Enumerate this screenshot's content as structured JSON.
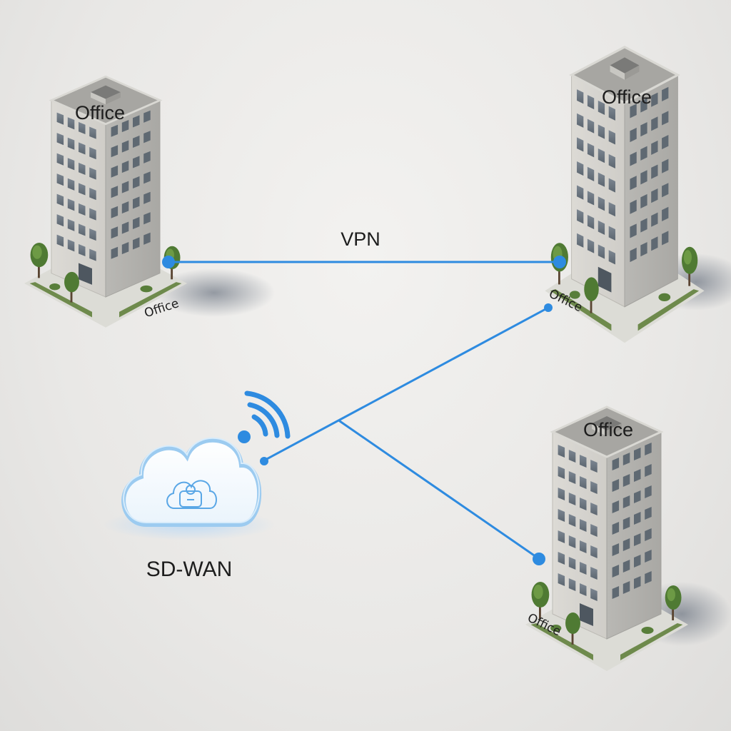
{
  "diagram": {
    "accent_color": "#2e8be0",
    "offices": [
      {
        "title": "Office",
        "ground_label": "Office"
      },
      {
        "title": "Office",
        "ground_label": "Office"
      },
      {
        "title": "Office",
        "ground_label": "Office"
      }
    ],
    "links": [
      {
        "label": "VPN"
      }
    ],
    "cloud": {
      "label": "SD-WAN",
      "icon": "cloud-router-icon",
      "signal_icon": "wifi-signal-icon"
    }
  }
}
